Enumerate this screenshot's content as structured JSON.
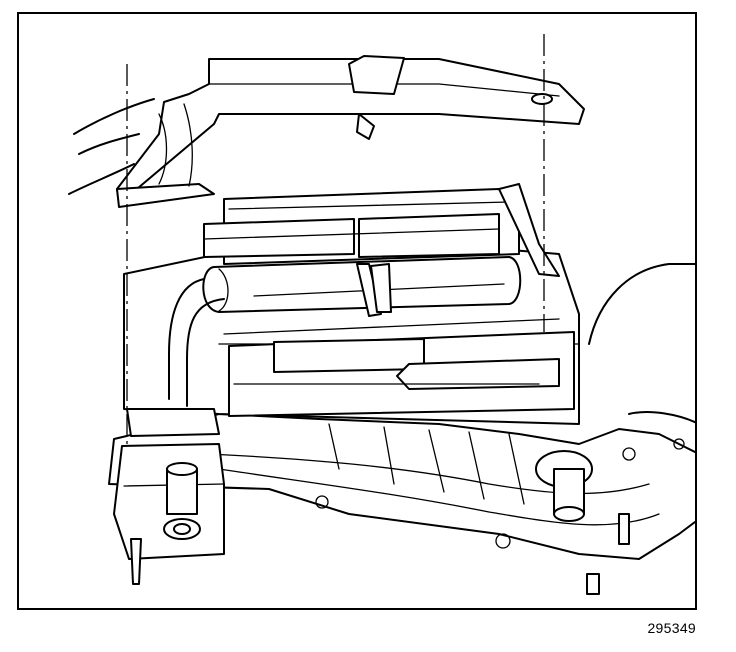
{
  "figure": {
    "number": "295349",
    "description_icons": [
      "heater-core-assembly",
      "case-cover",
      "hand-glove",
      "heater-hoses",
      "mounting-screws"
    ]
  }
}
